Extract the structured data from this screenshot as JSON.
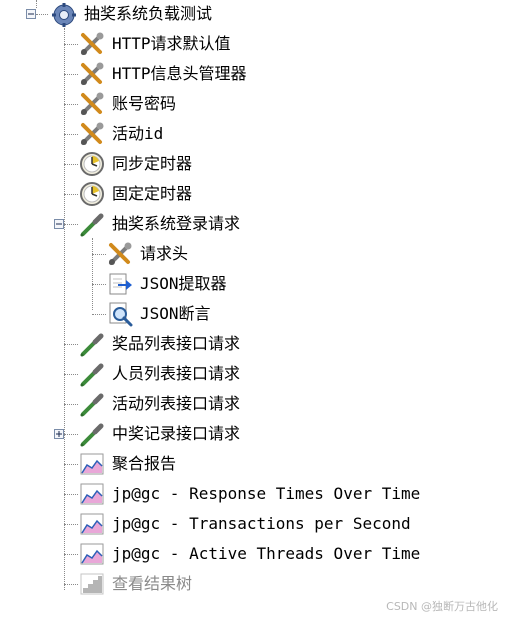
{
  "tree": {
    "root": {
      "label": "抽奖系统负载测试",
      "icon": "gear-icon",
      "expanded": true
    },
    "items": [
      {
        "label": "HTTP请求默认值",
        "icon": "wrench-scissors-icon"
      },
      {
        "label": "HTTP信息头管理器",
        "icon": "wrench-scissors-icon"
      },
      {
        "label": "账号密码",
        "icon": "wrench-scissors-icon"
      },
      {
        "label": "活动id",
        "icon": "wrench-scissors-icon"
      },
      {
        "label": "同步定时器",
        "icon": "timer-icon"
      },
      {
        "label": "固定定时器",
        "icon": "timer-icon"
      },
      {
        "label": "抽奖系统登录请求",
        "icon": "pipette-icon",
        "expanded": true,
        "children": [
          {
            "label": "请求头",
            "icon": "wrench-scissors-icon"
          },
          {
            "label": "JSON提取器",
            "icon": "extractor-arrow-icon"
          },
          {
            "label": "JSON断言",
            "icon": "assertion-magnifier-icon"
          }
        ]
      },
      {
        "label": "奖品列表接口请求",
        "icon": "pipette-icon"
      },
      {
        "label": "人员列表接口请求",
        "icon": "pipette-icon"
      },
      {
        "label": "活动列表接口请求",
        "icon": "pipette-icon"
      },
      {
        "label": "中奖记录接口请求",
        "icon": "pipette-icon",
        "expanded": false
      },
      {
        "label": "聚合报告",
        "icon": "graph-icon"
      },
      {
        "label": "jp@gc - Response Times Over Time",
        "icon": "graph-icon"
      },
      {
        "label": "jp@gc - Transactions per Second",
        "icon": "graph-icon"
      },
      {
        "label": "jp@gc - Active Threads Over Time",
        "icon": "graph-icon"
      },
      {
        "label": "查看结果树",
        "icon": "result-tree-icon",
        "disabled": true
      }
    ]
  },
  "watermark": "CSDN @独断万古他化"
}
